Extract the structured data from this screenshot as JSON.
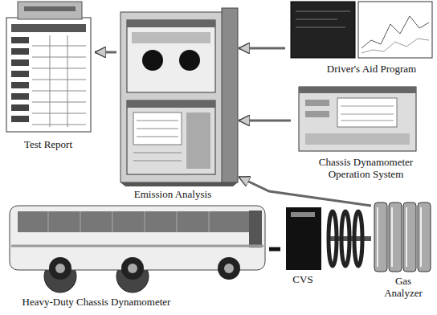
{
  "diagram": {
    "nodes": [
      {
        "text": [
          "Test Report"
        ]
      },
      {
        "text": [
          "Emission Analysis"
        ]
      },
      {
        "text": [
          "Driver's Aid Program"
        ]
      },
      {
        "text": [
          "Chassis Dynamometer Operation System"
        ]
      },
      {
        "text": [
          "Heavy-Duty Chassis Dynamometer"
        ]
      },
      {
        "text": [
          "CVS"
        ]
      },
      {
        "text": [
          "Gas Analyzer"
        ]
      }
    ],
    "edges": [
      {
        "from": 1,
        "to": 0,
        "arrow": "to"
      },
      {
        "from": 2,
        "to": 1,
        "arrow": "to"
      },
      {
        "from": 3,
        "to": 1,
        "arrow": "to"
      },
      {
        "from": 6,
        "to": 1,
        "arrow": "to"
      },
      {
        "from": 4,
        "to": 5,
        "arrow": "none"
      },
      {
        "from": 5,
        "to": 6,
        "arrow": "none"
      }
    ]
  }
}
